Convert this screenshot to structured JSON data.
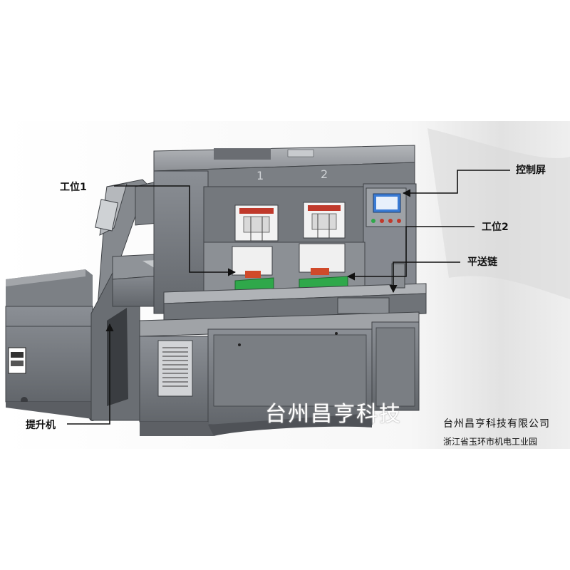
{
  "labels": {
    "station1": "工位1",
    "control_screen": "控制屏",
    "station2": "工位2",
    "transfer_chain": "平送链",
    "elevator": "提升机"
  },
  "machine": {
    "station_numbers": [
      "1",
      "2"
    ]
  },
  "company": {
    "name": "台州昌亨科技有限公司",
    "address": "浙江省玉环市机电工业园",
    "watermark": "台州昌亨科技"
  },
  "colors": {
    "machine_body": "#6f7378",
    "machine_light": "#9ea2a7",
    "machine_dark": "#4a4d52",
    "fixture_green": "#2fa84a",
    "fixture_red": "#c0392b",
    "screen": "#3a7bd5"
  }
}
